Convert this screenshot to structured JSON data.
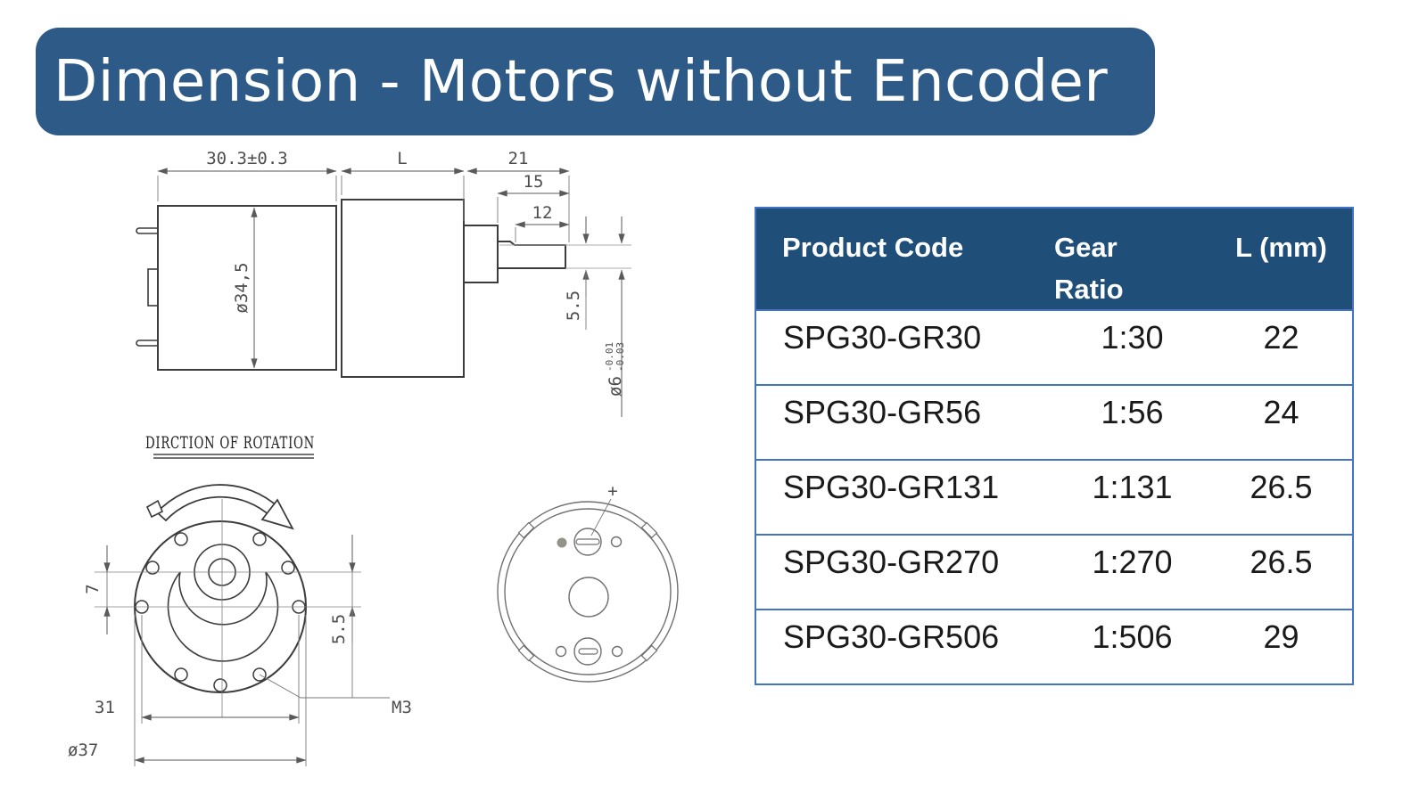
{
  "title": "Dimension - Motors without Encoder",
  "colors": {
    "banner_bg": "#2d5a87",
    "table_header_bg": "#1f4e79",
    "table_border": "#4472c4",
    "drawing_line": "#3c3c3c"
  },
  "table": {
    "headers": [
      "Product Code",
      "Gear Ratio",
      "L (mm)"
    ],
    "rows": [
      {
        "code": "SPG30-GR30",
        "ratio": "1:30",
        "l": "22"
      },
      {
        "code": "SPG30-GR56",
        "ratio": "1:56",
        "l": "24"
      },
      {
        "code": "SPG30-GR131",
        "ratio": "1:131",
        "l": "26.5"
      },
      {
        "code": "SPG30-GR270",
        "ratio": "1:270",
        "l": "26.5"
      },
      {
        "code": "SPG30-GR506",
        "ratio": "1:506",
        "l": "29"
      }
    ]
  },
  "drawing": {
    "side_view": {
      "motor_length": "30.3±0.3",
      "gearbox_length": "L",
      "shaft_total": "21",
      "shaft_len_15": "15",
      "shaft_flat_len": "12",
      "motor_diameter": "ø34,5",
      "shaft_flat_height": "5.5",
      "shaft_diameter": "ø6",
      "shaft_tol_upper": "-0.01",
      "shaft_tol_lower": "-0.03"
    },
    "front_view": {
      "heading": "DIRCTION OF ROTATION",
      "shaft_offset": "7",
      "offset_55": "5.5",
      "hole_spacing": "31",
      "flange_diameter": "ø37",
      "hole_thread": "M3"
    },
    "back_view": {
      "polarity": "+"
    }
  }
}
